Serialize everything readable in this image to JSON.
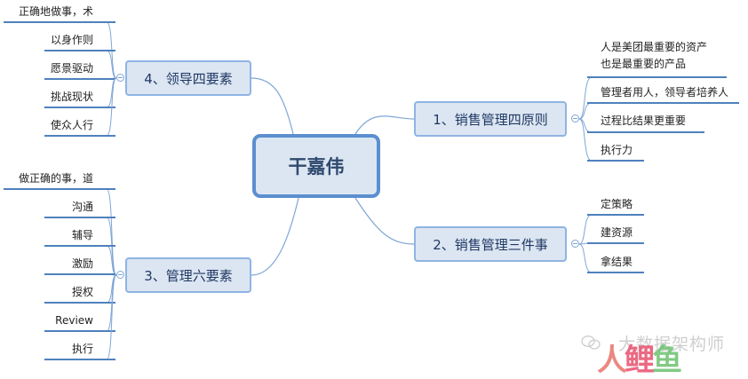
{
  "colors": {
    "node_fill": "#dce6f2",
    "node_border": "#8eb4e3",
    "center_border": "#5b8fcf",
    "link": "#7fa6d6",
    "underline": "#4f81bd"
  },
  "center": {
    "label": "干嘉伟"
  },
  "branches": {
    "b1": {
      "label": "1、销售管理四原则",
      "leaves": [
        "人是美团最重要的资产",
        "也是最重要的产品",
        "管理者用人，领导者培养人",
        "过程比结果更重要",
        "执行力"
      ]
    },
    "b2": {
      "label": "2、销售管理三件事",
      "leaves": [
        "定策略",
        "建资源",
        "拿结果"
      ]
    },
    "b3": {
      "label": "3、管理六要素",
      "leaves": [
        "做正确的事，道",
        "沟通",
        "辅导",
        "激励",
        "授权",
        "Review",
        "执行"
      ]
    },
    "b4": {
      "label": "4、领导四要素",
      "leaves": [
        "正确地做事，术",
        "以身作则",
        "愿景驱动",
        "挑战现状",
        "使众人行"
      ]
    }
  },
  "watermark": {
    "icon": "wechat-icon",
    "text": "大数据架构师",
    "logo_text": "人鲤鱼"
  }
}
